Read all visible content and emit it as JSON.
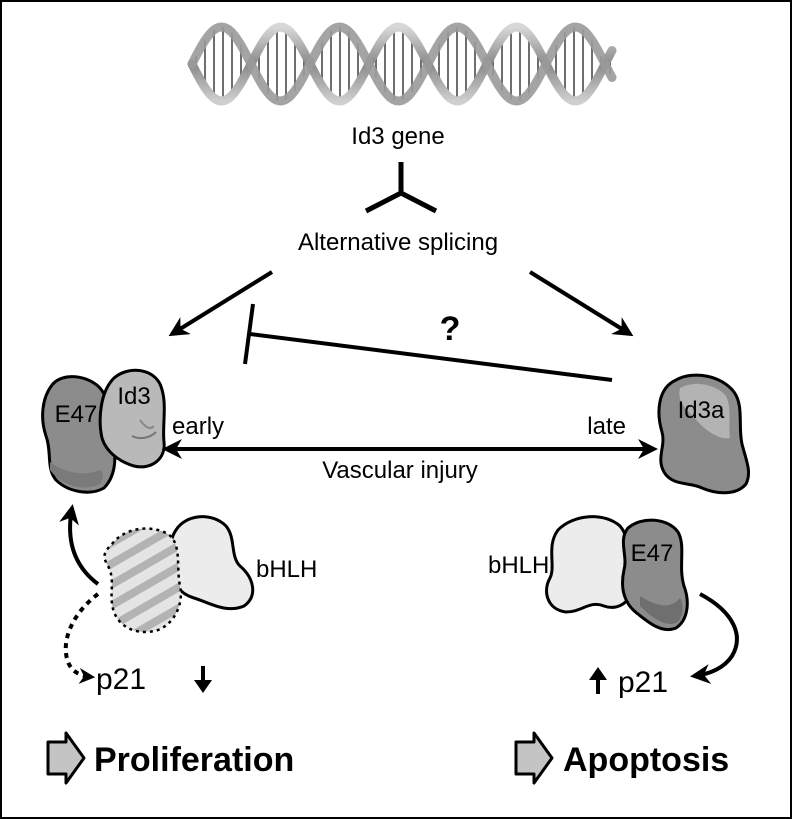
{
  "gene_label": "Id3 gene",
  "splicing_label": "Alternative splicing",
  "question_mark": "?",
  "left_complex": {
    "protein_a": "E47",
    "protein_b": "Id3"
  },
  "right_complex": {
    "protein": "Id3a"
  },
  "timeline": {
    "early": "early",
    "late": "late",
    "caption": "Vascular injury"
  },
  "left_partner": "bHLH",
  "right_partner_a": "bHLH",
  "right_partner_b": "E47",
  "p21_left": "p21",
  "p21_right": "p21",
  "outcome_left": "Proliferation",
  "outcome_right": "Apoptosis",
  "colors": {
    "protein_dark": "#8c8c8c",
    "protein_mid": "#b9b9b9",
    "protein_light": "#ececec",
    "outline": "#000000"
  }
}
